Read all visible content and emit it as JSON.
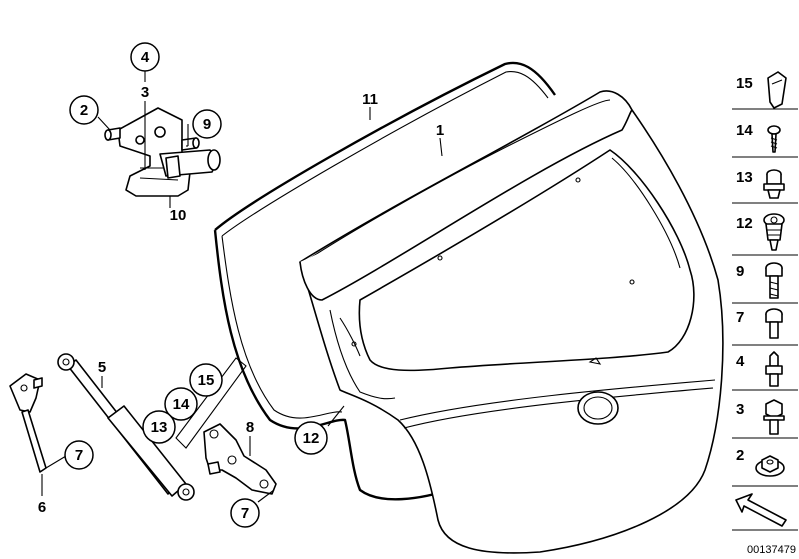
{
  "diagram": {
    "callouts": [
      {
        "id": "c4",
        "label": "4",
        "circled": true
      },
      {
        "id": "c3",
        "label": "3",
        "circled": false
      },
      {
        "id": "c2",
        "label": "2",
        "circled": true
      },
      {
        "id": "c9",
        "label": "9",
        "circled": true
      },
      {
        "id": "c10",
        "label": "10",
        "circled": false
      },
      {
        "id": "c11",
        "label": "11",
        "circled": false
      },
      {
        "id": "c1",
        "label": "1",
        "circled": false
      },
      {
        "id": "c5",
        "label": "5",
        "circled": false
      },
      {
        "id": "c15",
        "label": "15",
        "circled": true
      },
      {
        "id": "c14",
        "label": "14",
        "circled": true
      },
      {
        "id": "c13",
        "label": "13",
        "circled": true
      },
      {
        "id": "c8",
        "label": "8",
        "circled": false
      },
      {
        "id": "c12",
        "label": "12",
        "circled": true
      },
      {
        "id": "c7a",
        "label": "7",
        "circled": true
      },
      {
        "id": "c6",
        "label": "6",
        "circled": false
      },
      {
        "id": "c7b",
        "label": "7",
        "circled": true
      }
    ],
    "side_panel": [
      {
        "label": "15",
        "icon": "clip-nut-icon"
      },
      {
        "label": "14",
        "icon": "screw-icon"
      },
      {
        "label": "13",
        "icon": "buffer-icon"
      },
      {
        "label": "12",
        "icon": "stop-buffer-icon"
      },
      {
        "label": "9",
        "icon": "bolt-icon"
      },
      {
        "label": "7",
        "icon": "short-bolt-icon"
      },
      {
        "label": "4",
        "icon": "collar-bolt-icon"
      },
      {
        "label": "3",
        "icon": "hex-bolt-icon"
      },
      {
        "label": "2",
        "icon": "hex-nut-icon"
      },
      {
        "label": "",
        "icon": "arrow-icon"
      }
    ],
    "document_id": "00137479"
  }
}
